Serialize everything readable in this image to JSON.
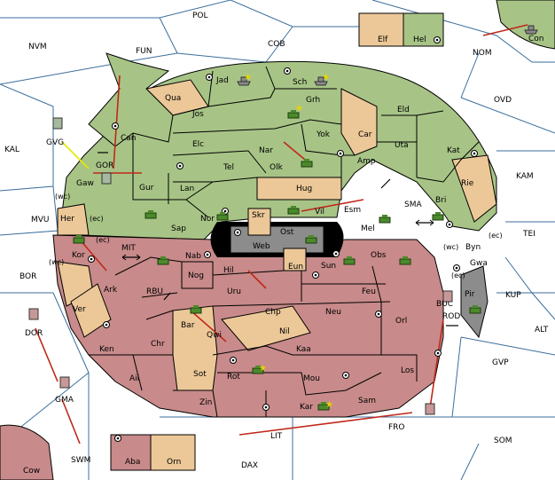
{
  "colors": {
    "sea": "#ffffff",
    "green": "#a7c486",
    "tan": "#ecc898",
    "red": "#c88a8a",
    "grey": "#8c8c8c",
    "dark": "#000000",
    "arrow": "#c0281a",
    "yellow_arrow": "#e8e800"
  },
  "map": {
    "sea_labels": {
      "pol": "POL",
      "nvm": "NVM",
      "fun": "FUN",
      "cob": "COB",
      "nom": "NOM",
      "ovd": "OVD",
      "kal": "KAL",
      "kam": "KAM",
      "mvu": "MVU",
      "tei": "TEI",
      "bor": "BOR",
      "mit": "MIT",
      "rbu": "RBU",
      "sma": "SMA",
      "kup": "KUP",
      "buc": "BUC",
      "alt": "ALT",
      "gvp": "GVP",
      "som": "SOM",
      "fro": "FRO",
      "lit": "LIT",
      "swm": "SWM",
      "dax": "DAX"
    },
    "land_labels": {
      "elf": "Elf",
      "hel": "Hel",
      "con": "Con",
      "jad": "Jad",
      "sch": "Sch",
      "qua": "Qua",
      "jos": "Jos",
      "grh": "Grh",
      "eld": "Eld",
      "can": "Can",
      "elc": "Elc",
      "nar": "Nar",
      "yok": "Yok",
      "car": "Car",
      "uta": "Uta",
      "kat": "Kat",
      "gvg": "GVG",
      "gor": "GOR",
      "tel": "Tel",
      "olk": "Olk",
      "amp": "Amp",
      "gaw": "Gaw",
      "gur": "Gur",
      "lan": "Lan",
      "hug": "Hug",
      "rie": "Rie",
      "bri": "Bri",
      "wc1": "(wc)",
      "her": "Her",
      "ec1": "(ec)",
      "nor": "Nor",
      "skr": "Skr",
      "vil": "Vil",
      "esm": "Esm",
      "sap": "Sap",
      "ost": "Ost",
      "mel": "Mel",
      "web": "Web",
      "wc2": "(wc)",
      "byn": "Byn",
      "ec2": "(ec)",
      "ec3": "(ec)",
      "kor": "Kor",
      "wc3": "(wc)",
      "nab": "Nab",
      "obs": "Obs",
      "gwa": "Gwa",
      "ec4": "(ec)",
      "eun": "Eun",
      "sun": "Sun",
      "ark": "Ark",
      "hil": "Hil",
      "nog": "Nog",
      "uru": "Uru",
      "feu": "Feu",
      "pir": "Pir",
      "ver": "Ver",
      "dor": "DOR",
      "rod": "ROD",
      "chp": "Chp",
      "neu": "Neu",
      "orl": "Orl",
      "bar": "Bar",
      "nil": "Nil",
      "ken": "Ken",
      "chr": "Chr",
      "qwi": "Qwi",
      "kaa": "Kaa",
      "ail": "Ail",
      "sot": "Sot",
      "rot": "Rot",
      "los": "Los",
      "mou": "Mou",
      "gma": "GMA",
      "zin": "Zin",
      "sam": "Sam",
      "kar": "Kar",
      "cow": "Cow",
      "aba": "Aba",
      "orn": "Orn"
    }
  }
}
